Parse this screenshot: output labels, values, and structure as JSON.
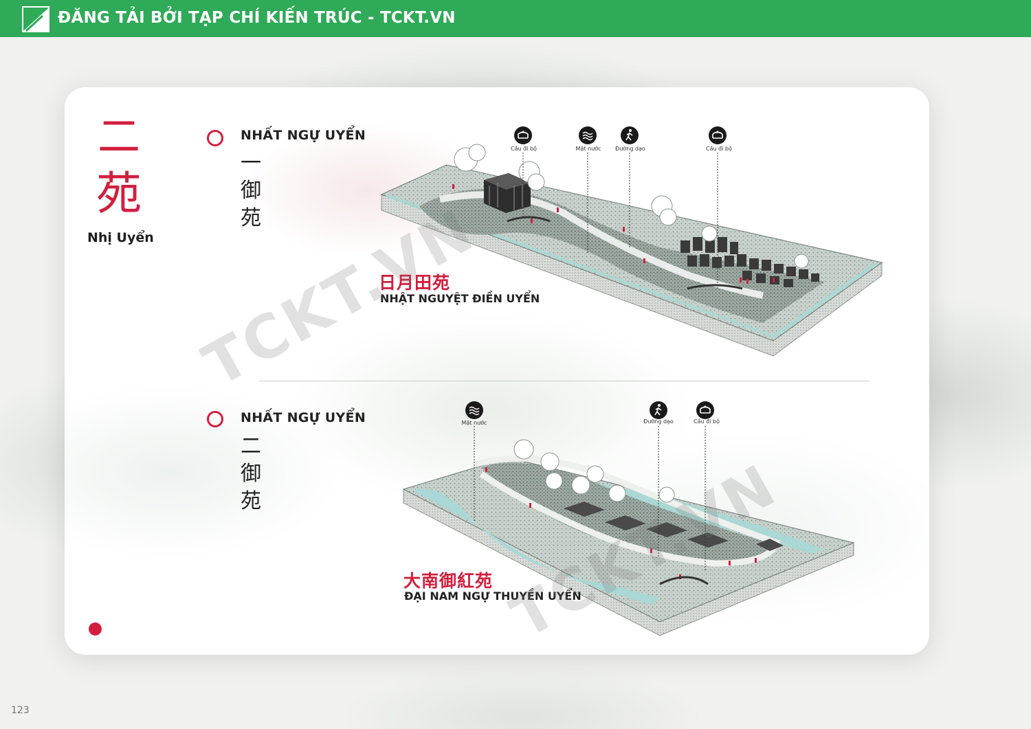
{
  "banner": {
    "title": "ĐĂNG TẢI BỞI TẠP CHÍ KIẾN TRÚC - TCKT.VN",
    "color": "#2faa58"
  },
  "left": {
    "han_chars": [
      "二",
      "苑"
    ],
    "label": "Nhị Uyển"
  },
  "sections": [
    {
      "title": "NHẤT NGỰ UYỂN",
      "vertical_han": [
        "一",
        "御",
        "苑"
      ],
      "garden_han": "日月田苑",
      "garden_name": "NHẬT NGUYỆT ĐIỀN UYỂN",
      "icons": [
        {
          "icon": "bridge-icon",
          "label": "Cầu đi bộ"
        },
        {
          "icon": "water-icon",
          "label": "Mặt nước"
        },
        {
          "icon": "walk-icon",
          "label": "Đường dạo"
        },
        {
          "icon": "bridge-icon",
          "label": "Cầu đi bộ"
        }
      ]
    },
    {
      "title": "NHẤT NGỰ UYỂN",
      "vertical_han": [
        "二",
        "御",
        "苑"
      ],
      "garden_han": "大南御紅苑",
      "garden_name": "ĐẠI NAM NGỰ THUYỀN UYỂN",
      "icons": [
        {
          "icon": "water-icon",
          "label": "Mặt nước"
        },
        {
          "icon": "walk-icon",
          "label": "Đường dạo"
        },
        {
          "icon": "bridge-icon",
          "label": "Cầu đi bộ"
        }
      ]
    }
  ],
  "watermark": "TCKT.VN",
  "page_number": "123",
  "colors": {
    "accent": "#d21f3f",
    "water": "#a9d8d6"
  }
}
